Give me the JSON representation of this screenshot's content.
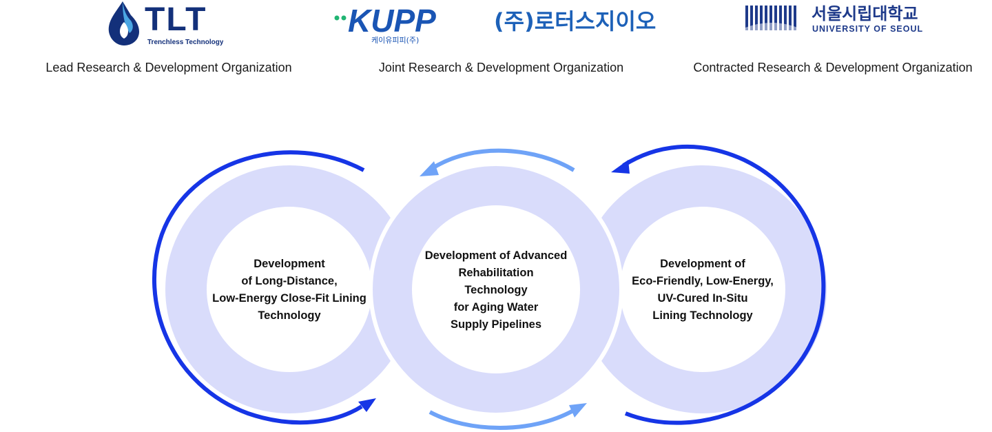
{
  "organizations": [
    {
      "id": "lead",
      "logo": {
        "brand": "TLT",
        "tagline": "Trenchless Technology",
        "icon": "water-drop-icon"
      },
      "caption": "Lead Research & Development Organization"
    },
    {
      "id": "joint",
      "logos": [
        {
          "brand": "KUPP",
          "subtext": "케이유피피(주)"
        },
        {
          "brand": "(주)로터스지이오"
        }
      ],
      "caption": "Joint Research & Development Organization"
    },
    {
      "id": "contract",
      "logo": {
        "name_ko": "서울시립대학교",
        "name_en": "UNIVERSITY OF SEOUL"
      },
      "caption": "Contracted Research & Development Organization"
    }
  ],
  "diagram": {
    "nodes": [
      {
        "id": "left",
        "lines": [
          "Development",
          "of Long-Distance,",
          "Low-Energy Close-Fit Lining",
          "Technology"
        ]
      },
      {
        "id": "center",
        "lines": [
          "Development of Advanced",
          "Rehabilitation",
          "Technology",
          "for Aging Water",
          "Supply Pipelines"
        ]
      },
      {
        "id": "right",
        "lines": [
          "Development of",
          "Eco-Friendly, Low-Energy,",
          "UV-Cured In-Situ",
          "Lining Technology"
        ]
      }
    ]
  },
  "colors": {
    "ring_fill": "#d9dcfb",
    "arrow_dark": "#1635e6",
    "arrow_light": "#6fa3f7",
    "tlt_navy": "#13307a",
    "tlt_light": "#4aa6e3",
    "kupp_blue": "#1a55b4",
    "kupp_green": "#21b573",
    "lotus_blue": "#1d61b8",
    "uos_navy": "#1e3a8a"
  }
}
